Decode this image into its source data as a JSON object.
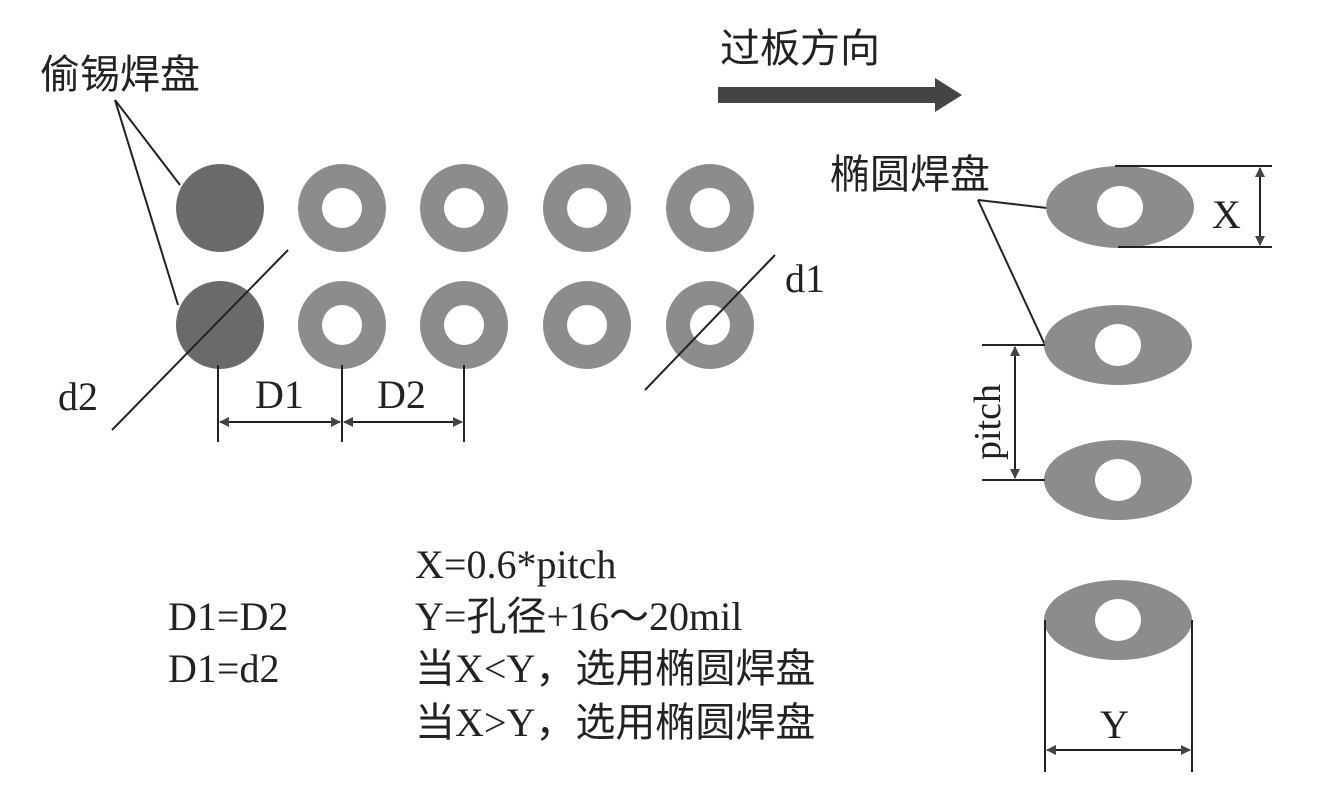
{
  "labels": {
    "thief_pad": "偷锡焊盘",
    "direction": "过板方向",
    "oval_pad": "椭圆焊盘",
    "d1": "d1",
    "d2": "d2",
    "D1": "D1",
    "D2": "D2",
    "X": "X",
    "Y": "Y",
    "pitch": "pitch"
  },
  "formulas": {
    "x_formula": "X=0.6*pitch",
    "d1_eq_d2": "D1=D2",
    "y_formula": "Y=孔径+16～20mil",
    "d1_eq_small_d2": "D1=d2",
    "rule_lt": "当X<Y，选用椭圆焊盘",
    "rule_gt": "当X>Y，选用椭圆焊盘"
  },
  "colors": {
    "pad": "#8c8c8c",
    "thief_pad": "#6a6a6a",
    "arrow": "#444444"
  }
}
